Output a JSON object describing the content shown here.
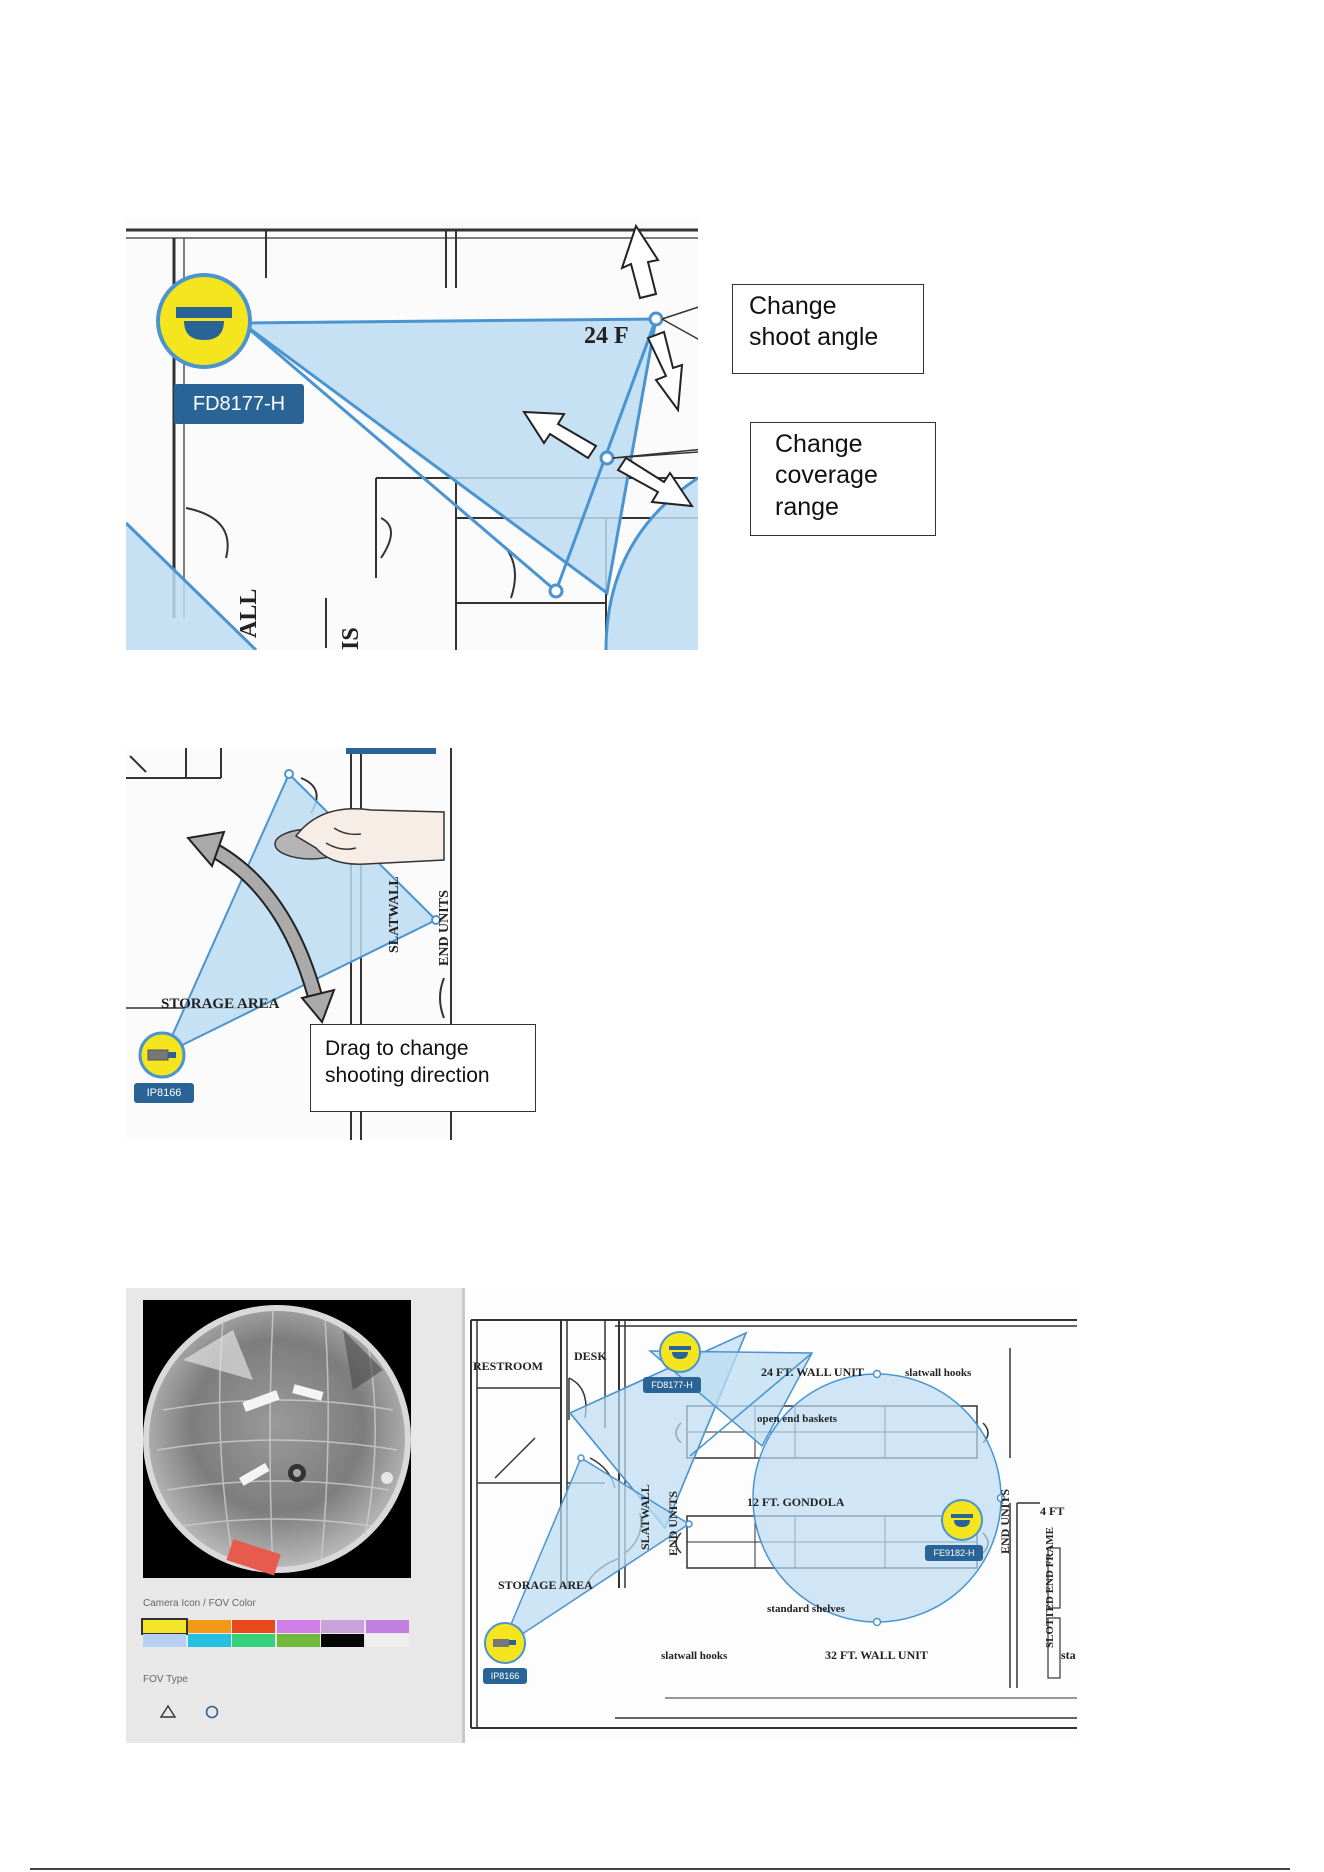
{
  "figure1": {
    "camera_tag": "FD8177-H",
    "callout_angle": [
      "Change",
      "shoot angle"
    ],
    "callout_range": [
      "Change",
      "coverage",
      "range"
    ],
    "plan_text": "24 F",
    "plan_text_b": "ALL",
    "plan_text_c": "IS"
  },
  "figure2": {
    "camera_tag": "IP8166",
    "callout": [
      "Drag to change",
      "shooting direction"
    ],
    "plan_labels": {
      "storage": "STORAGE AREA",
      "slatwall": "SLATWALL",
      "end_units": "END UNITS"
    }
  },
  "figure3": {
    "panel": {
      "color_heading": "Camera Icon / FOV Color",
      "fov_heading": "FOV Type",
      "colors_row1": [
        "#f5e52a",
        "#f29a16",
        "#e8481c",
        "#d27ee8",
        "#c9a2db",
        "#c27fe0"
      ],
      "colors_row2": [
        "#b7cff2",
        "#25c0e0",
        "#33d27a",
        "#6fba3c",
        "#050505",
        "#efefef"
      ]
    },
    "cameras": [
      {
        "tag": "FD8177-H"
      },
      {
        "tag": "FE9182-H"
      },
      {
        "tag": "IP8166"
      }
    ],
    "plan_labels": {
      "restroom": "RESTROOM",
      "desk": "DESK",
      "wall_unit_24": "24 FT. WALL UNIT",
      "slatwall_hooks_top": "slatwall hooks",
      "open_end_baskets": "open end baskets",
      "gondola": "12 FT. GONDOLA",
      "four_ft": "4 FT",
      "end_units": "END UNITS",
      "end_units_b": "END UNITS",
      "slatwall": "SLATWALL",
      "storage_area": "STORAGE AREA",
      "standard_shelves": "standard shelves",
      "slotted_end_frame": "SLOTTED END FRAME",
      "slatwall_hooks_bottom": "slatwall hooks",
      "wall_unit_32": "32 FT. WALL UNIT",
      "sta": "sta"
    }
  },
  "colors": {
    "fov_fill": "#bcdcf2",
    "fov_stroke": "#4a94d0",
    "camera_yellow": "#f4e51e",
    "tag_blue": "#2a6496"
  }
}
